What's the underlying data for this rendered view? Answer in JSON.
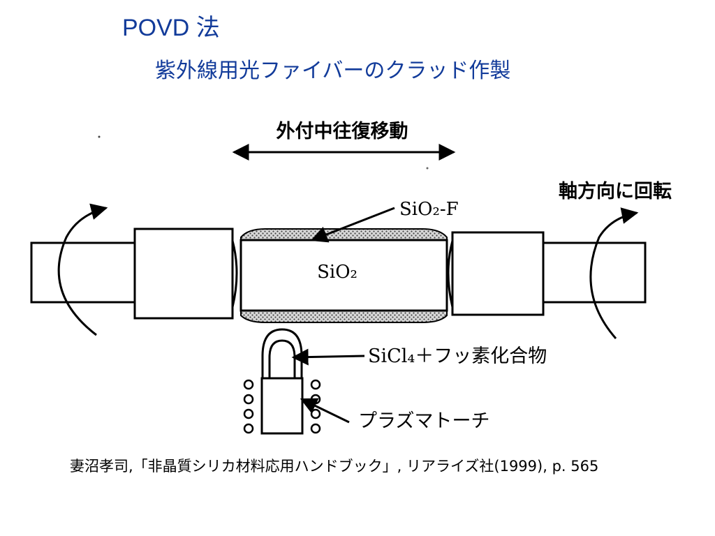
{
  "slide": {
    "title": "POVD 法",
    "subtitle": "紫外線用光ファイバーのクラッド作製",
    "caption": "妻沼孝司,「非晶質シリカ材料応用ハンドブック」, リアライズ社(1999), p. 565"
  },
  "diagram": {
    "label_traverse": "外付中往復移動",
    "label_rotate": "軸方向に回転",
    "label_cladding": "SiO₂-F",
    "label_core": "SiO₂",
    "label_reactant": "SiCl₄＋フッ素化合物",
    "label_torch": "プラズマトーチ"
  },
  "colors": {
    "title": "#123b9a",
    "line": "#000000",
    "hatch": "#555555"
  }
}
